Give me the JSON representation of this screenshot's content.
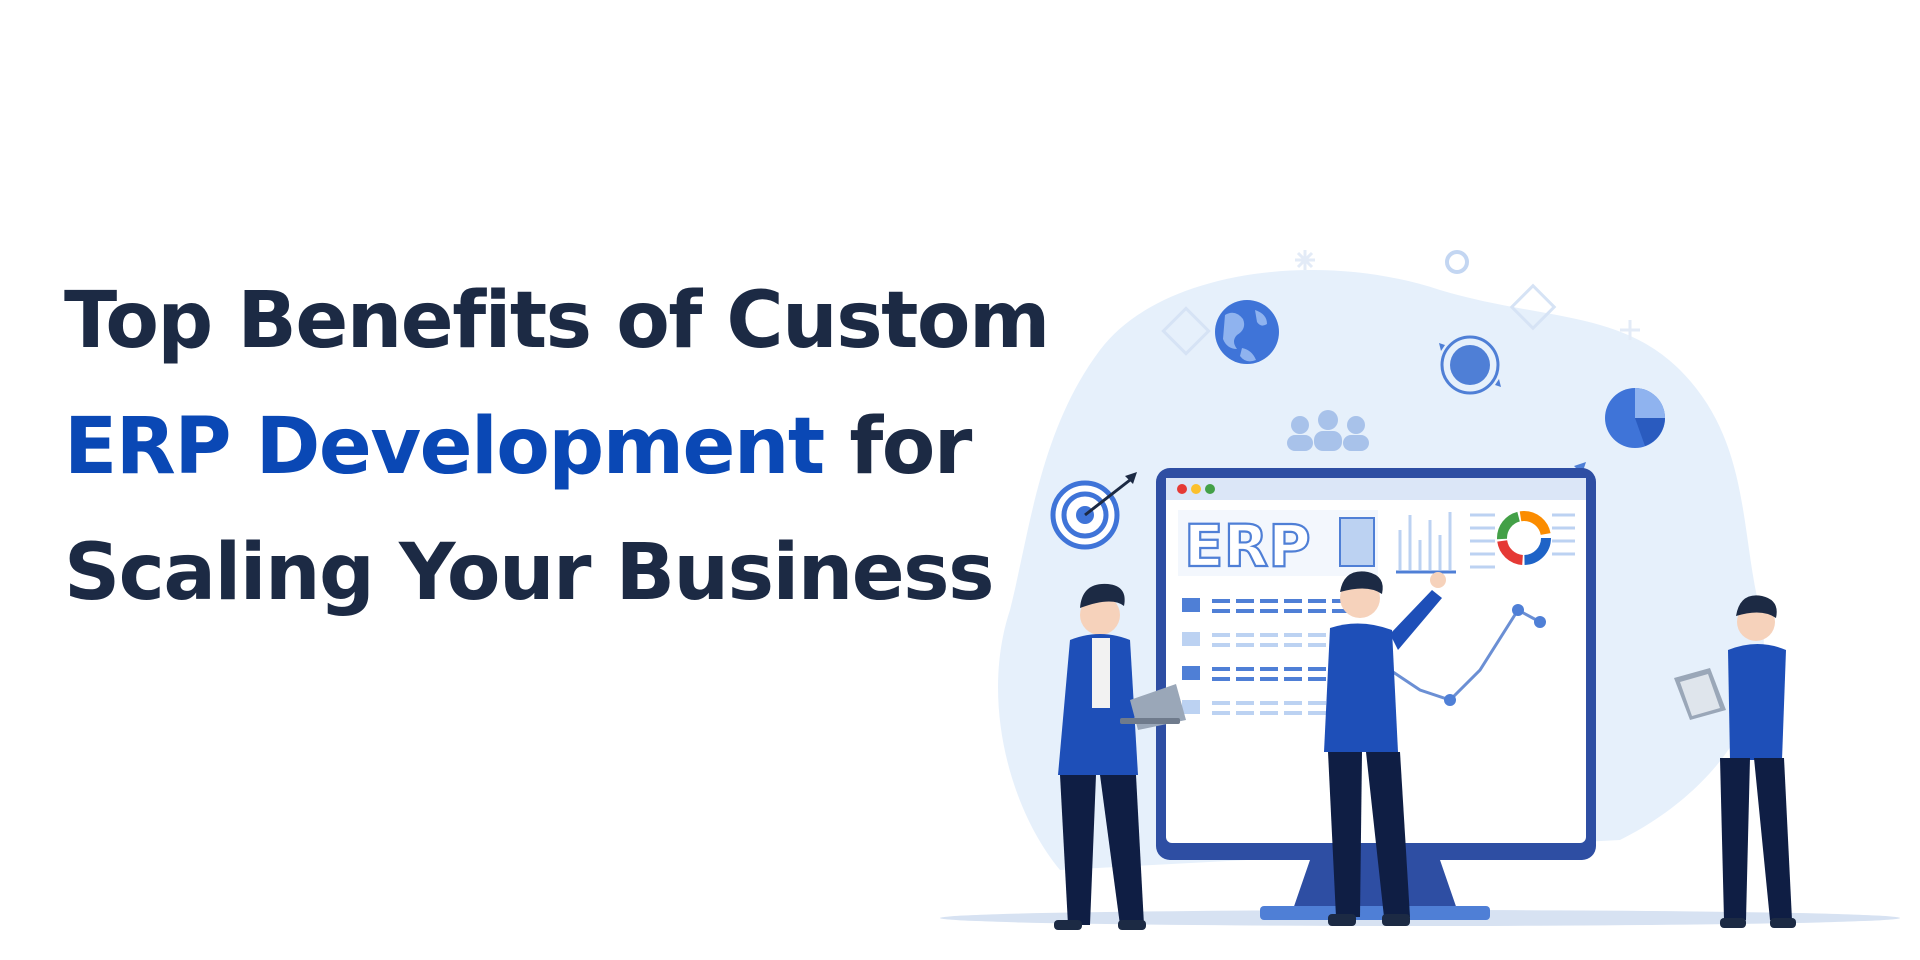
{
  "headline": {
    "line1": "Top Benefits of Custom",
    "line2_accent": "ERP Development",
    "line2_rest": " for",
    "line3": "Scaling Your Business"
  },
  "illustration": {
    "screen_label": "ERP",
    "colors": {
      "dark_navy": "#1c2a44",
      "accent_blue": "#0a48b5",
      "monitor_frame": "#2e4ea3",
      "light_blob": "#e6f0fb",
      "donut_red": "#e53935",
      "donut_orange": "#fb8c00",
      "donut_green": "#43a047",
      "donut_blue": "#1e63c7"
    }
  }
}
